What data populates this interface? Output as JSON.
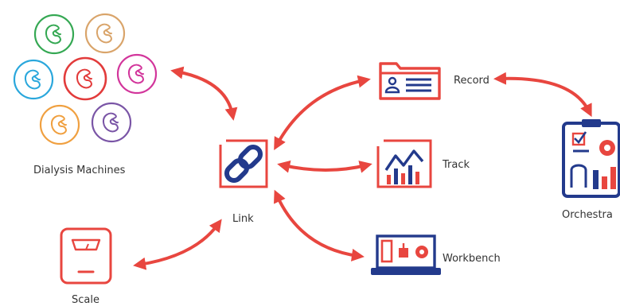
{
  "diagram": {
    "labels": {
      "dialysis": "Dialysis Machines",
      "link": "Link",
      "scale": "Scale",
      "record": "Record",
      "track": "Track",
      "workbench": "Workbench",
      "orchestra": "Orchestra"
    },
    "colors": {
      "red": "#e8463f",
      "navy": "#233a8c",
      "kidney_green": "#35a853",
      "kidney_tan": "#d9a46a",
      "kidney_blue": "#2aa7dc",
      "kidney_red": "#e23b3b",
      "kidney_pink": "#d2359b",
      "kidney_purple": "#7a55a6",
      "kidney_orange": "#f0a040",
      "text": "#333333"
    },
    "icons": [
      "kidney-icon",
      "chain-link-icon",
      "weighing-scale-icon",
      "folder-record-icon",
      "track-chart-icon",
      "laptop-workbench-icon",
      "clipboard-gear-icon",
      "curved-double-arrow"
    ]
  }
}
